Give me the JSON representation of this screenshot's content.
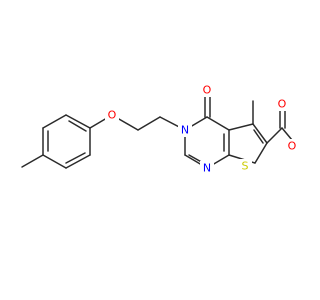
{
  "atoms": {
    "O_ether": {
      "symbol": "O",
      "color": "#ff0000"
    },
    "N_ring": {
      "symbol": "N",
      "color": "#0000ff"
    },
    "N_lower": {
      "symbol": "N",
      "color": "#0000ff"
    },
    "O_keto": {
      "symbol": "O",
      "color": "#ff0000"
    },
    "S_thiophene": {
      "symbol": "S",
      "color": "#cccc00"
    },
    "O_carbonyl": {
      "symbol": "O",
      "color": "#ff0000"
    },
    "O_ester": {
      "symbol": "O",
      "color": "#ff0000"
    }
  },
  "bond_color": "#2b2b2b"
}
